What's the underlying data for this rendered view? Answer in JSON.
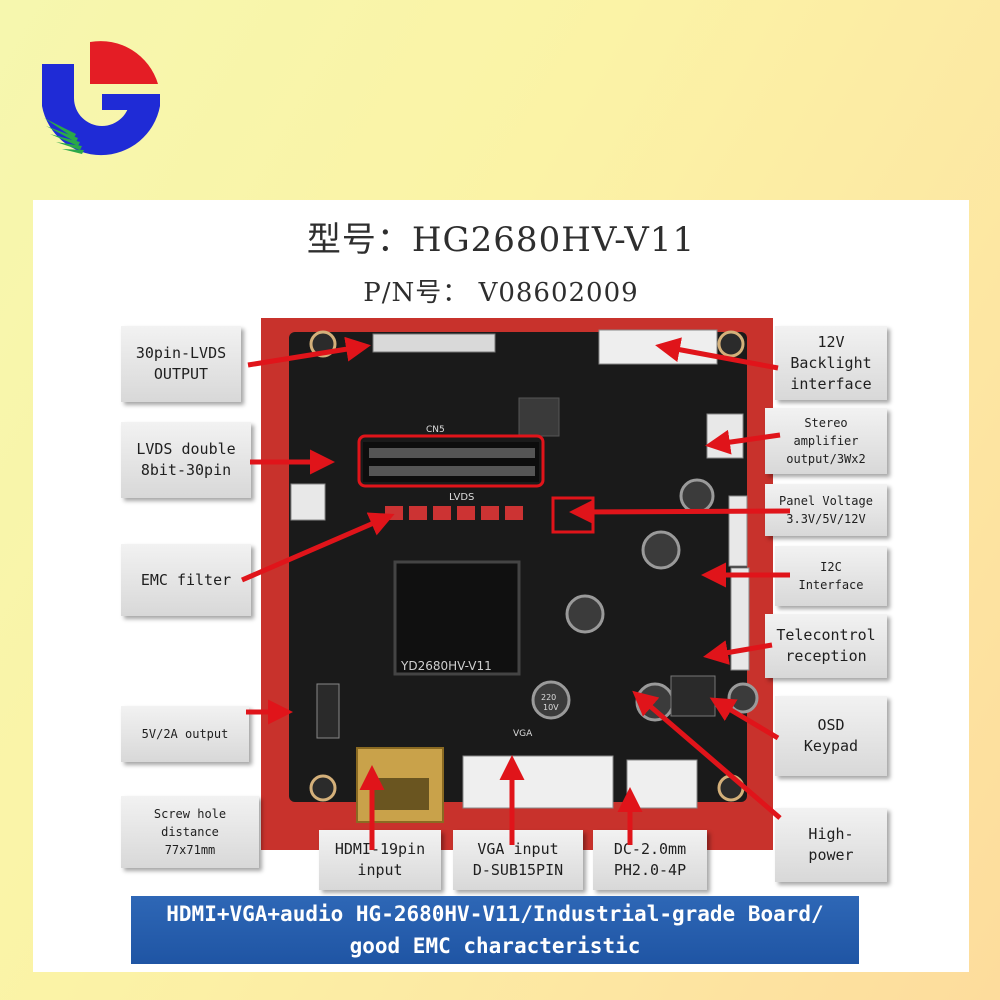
{
  "header": {
    "model": "型号：HG2680HV-V11",
    "part_number": "P/N号： V08602009"
  },
  "board": {
    "silkscreen": "YD2680HV-V11",
    "lvds_label": "LVDS",
    "vga_label": "VGA",
    "cn5_label": "CN5",
    "cap_220": "220",
    "cap_10v": "10V"
  },
  "callouts": {
    "lvds_output": "30pin-LVDS\nOUTPUT",
    "lvds_double": "LVDS double\n8bit-30pin",
    "emc_filter": "EMC filter",
    "output_5v": "5V/2A output",
    "screw_hole": "Screw hole\ndistance\n77x71mm",
    "hdmi_input": "HDMI-19pin\ninput",
    "vga_input": "VGA input\nD-SUB15PIN",
    "dc_input": "DC-2.0mm\nPH2.0-4P",
    "backlight": "12V\nBacklight\ninterface",
    "stereo": "Stereo\namplifier\noutput/3Wx2",
    "panel_voltage": "Panel Voltage\n3.3V/5V/12V",
    "i2c": "I2C\nInterface",
    "telecontrol": "Telecontrol\nreception",
    "osd": "OSD\nKeypad",
    "high_power": "High-\npower"
  },
  "banner": "HDMI+VGA+audio HG-2680HV-V11/Industrial-grade Board/\ngood EMC characteristic",
  "colors": {
    "arrow": "#e0141a",
    "pcb": "#1a1a1a",
    "backdrop": "#c8322c",
    "banner": "#2a60b0"
  }
}
